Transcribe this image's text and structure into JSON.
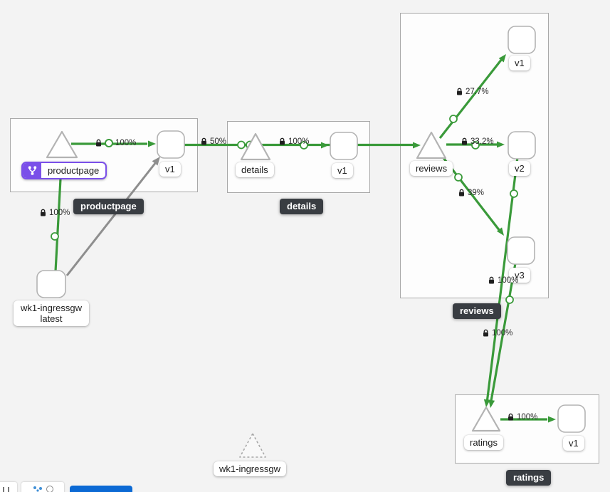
{
  "app": {
    "view": "service-mesh-graph"
  },
  "colors": {
    "edge_green": "#3a9a3a",
    "edge_gray": "#8e8e8e",
    "accent_purple": "#7a4fe9",
    "dark_badge_bg": "#393d42",
    "primary_blue": "#0b69d4",
    "canvas_bg": "#f3f3f3"
  },
  "groups": {
    "productpage": {
      "label": "productpage"
    },
    "details": {
      "label": "details"
    },
    "reviews": {
      "label": "reviews"
    },
    "ratings": {
      "label": "ratings"
    }
  },
  "nodes": {
    "productpage_service": {
      "label": "productpage",
      "badge": "virtual-service"
    },
    "productpage_v1": {
      "label": "v1"
    },
    "details_service": {
      "label": "details"
    },
    "details_v1": {
      "label": "v1"
    },
    "reviews_service": {
      "label": "reviews"
    },
    "reviews_v1": {
      "label": "v1"
    },
    "reviews_v2": {
      "label": "v2"
    },
    "reviews_v3": {
      "label": "v3"
    },
    "ratings_service": {
      "label": "ratings"
    },
    "ratings_v1": {
      "label": "v1"
    },
    "ingress_workload": {
      "label_line1": "wk1-ingressgw",
      "label_line2": "latest"
    },
    "idle_service": {
      "label": "wk1-ingressgw"
    }
  },
  "edges": {
    "ingress_to_productpage": {
      "pct": "100%",
      "secure": true
    },
    "productpage_to_v1": {
      "pct": "100%",
      "secure": true
    },
    "productpagev1_to_details": {
      "pct": "50%",
      "secure": true
    },
    "details_to_v1": {
      "pct": "100%",
      "secure": true
    },
    "reviews_to_v1": {
      "pct": "27.7%",
      "secure": true
    },
    "reviews_to_v2": {
      "pct": "33.2%",
      "secure": true
    },
    "reviews_to_v3": {
      "pct": "39%",
      "secure": true
    },
    "reviewsv2_to_ratings": {
      "pct": "100%",
      "secure": true
    },
    "reviewsv3_to_ratings": {
      "pct": "100%",
      "secure": true
    },
    "ratings_to_v1": {
      "pct": "100%",
      "secure": true
    }
  },
  "toolbar": {
    "icons": [
      "graph-glyph-icon",
      "circle-icon"
    ]
  }
}
